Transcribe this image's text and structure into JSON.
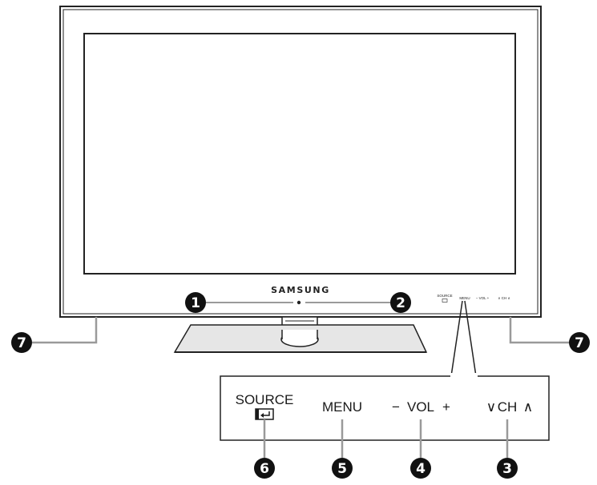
{
  "brand": "SAMSUNG",
  "tv_buttons_small": {
    "source": "SOURCE",
    "menu": "MENU",
    "vol": "− VOL +",
    "ch": "∨ CH ∧"
  },
  "panel": {
    "source_label": "SOURCE",
    "source_icon": "input-enter-icon",
    "menu_label": "MENU",
    "vol_label": "VOL",
    "vol_minus": "−",
    "vol_plus": "+",
    "ch_label": "CH",
    "ch_down": "∨",
    "ch_up": "∧"
  },
  "callouts": {
    "c1": "1",
    "c2": "2",
    "c3": "3",
    "c4": "4",
    "c5": "5",
    "c6": "6",
    "c7_left": "7",
    "c7_right": "7"
  },
  "colors": {
    "outline": "#222222",
    "callout_fill": "#111111",
    "leader_grey": "#9a9a9a",
    "stand_fill": "#e6e6e6"
  }
}
